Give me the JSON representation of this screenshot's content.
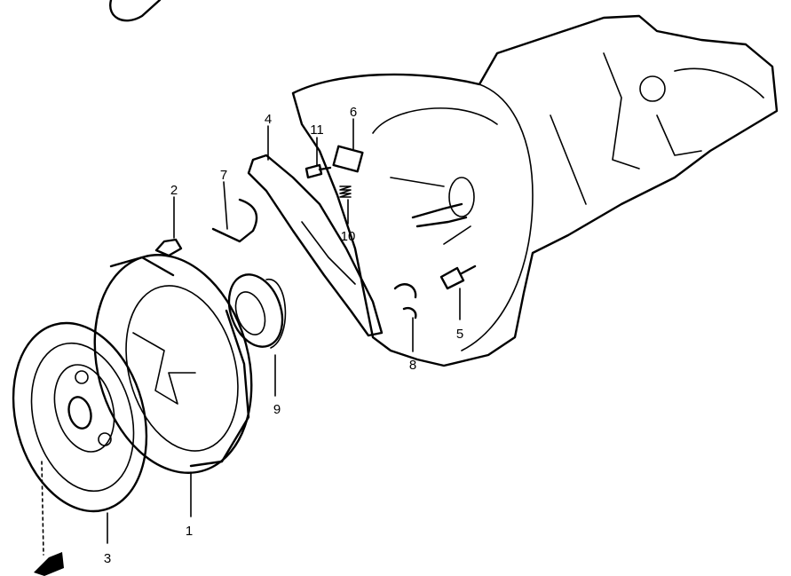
{
  "diagram": {
    "colors": {
      "line": "#000000",
      "background": "#ffffff"
    },
    "callouts": [
      {
        "number": "1",
        "part": "clutch-cover"
      },
      {
        "number": "2",
        "part": "bolt"
      },
      {
        "number": "3",
        "part": "clutch-disc"
      },
      {
        "number": "4",
        "part": "release-fork"
      },
      {
        "number": "5",
        "part": "pivot-stud"
      },
      {
        "number": "6",
        "part": "bracket"
      },
      {
        "number": "7",
        "part": "spring-clip"
      },
      {
        "number": "8",
        "part": "retainer-clip"
      },
      {
        "number": "9",
        "part": "release-bearing"
      },
      {
        "number": "10",
        "part": "spring"
      },
      {
        "number": "11",
        "part": "bolt"
      }
    ]
  }
}
